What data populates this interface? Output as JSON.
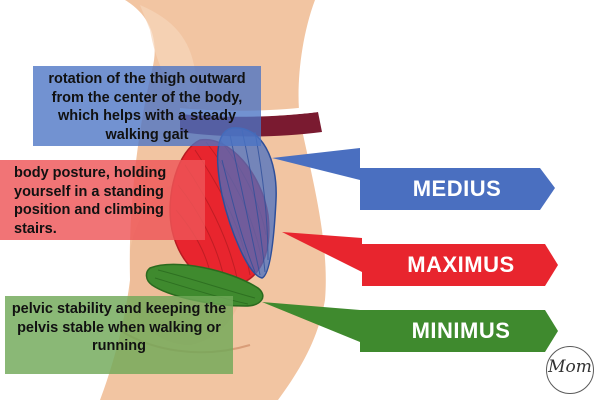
{
  "diagram": {
    "annotations": {
      "medius": "rotation of the thigh outward from the center of the body, which helps with a steady walking gait",
      "maximus": "body posture, holding yourself in a standing position and climbing stairs.",
      "minimus": "pelvic stability and keeping the pelvis stable when walking or running"
    },
    "labels": {
      "medius": "MEDIUS",
      "maximus": "MAXIMUS",
      "minimus": "MINIMUS"
    },
    "logo_text": "Mom"
  },
  "colors": {
    "skin": "#f2c5a2",
    "skin_shadow": "#e2a883",
    "medius": "#4a6fc0",
    "maximus": "#e8252e",
    "minimus": "#3f8a2e",
    "underwear": "#7a1a30"
  },
  "icons": {
    "logo": "mom-logo-icon"
  }
}
